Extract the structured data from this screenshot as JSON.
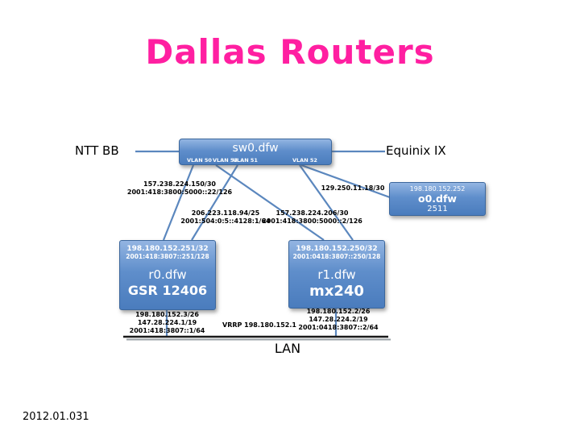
{
  "slide": {
    "title": "Dallas Routers",
    "footer": "2012.01.031"
  },
  "colors": {
    "title_pink": "#ff1fa1",
    "node_blue": "#5f8ecb",
    "node_border": "#3c679c",
    "line_blue": "#5b87be"
  },
  "external": {
    "ntt_label": "NTT BB",
    "equinix_label": "Equinix IX"
  },
  "switch": {
    "name": "sw0.dfw",
    "vlans": [
      "VLAN 50",
      "VLAN 53",
      "VLAN 51",
      "VLAN 52"
    ]
  },
  "oob_router": {
    "ip": "198.180.152.252",
    "name": "o0.dfw",
    "model": "2511"
  },
  "router0": {
    "loopback_v4": "198.180.152.251/32",
    "loopback_v6": "2001:418:3807::251/128",
    "name": "r0.dfw",
    "model": "GSR 12406",
    "lan_addrs": [
      "198.180.152.3/26",
      "147.28.224.1/19",
      "2001:418:3807::1/64"
    ]
  },
  "router1": {
    "loopback_v4": "198.180.152.250/32",
    "loopback_v6": "2001:0418:3807::250/128",
    "name": "r1.dfw",
    "model": "mx240",
    "lan_addrs": [
      "198.180.152.2/26",
      "147.28.224.2/19",
      "2001:0418:3807::2/64"
    ]
  },
  "link_labels": {
    "ntt_r0": [
      "157.238.224.150/30",
      "2001:418:3800:5000::22/126"
    ],
    "oob": [
      "129.250.11.18/30"
    ],
    "equinix_r0": [
      "206.223.118.94/25",
      "2001:504:0:5::4128:1/64"
    ],
    "ntt_r1": [
      "157.238.224.206/30",
      "2001:418:3800:5000::2/126"
    ]
  },
  "lan": {
    "label": "LAN",
    "vrrp": "VRRP 198.180.152.1"
  }
}
